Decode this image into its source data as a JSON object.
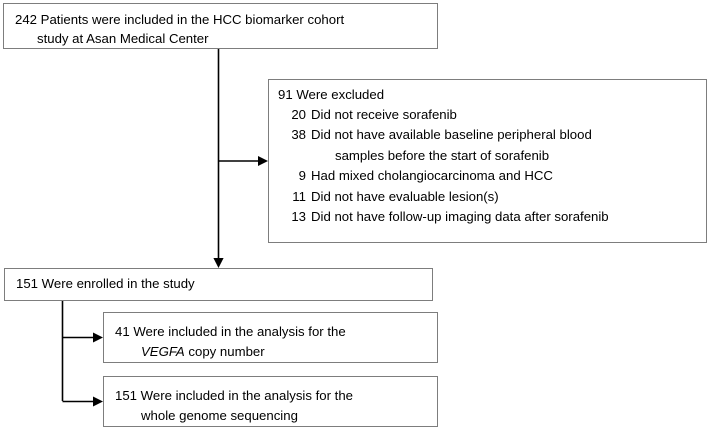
{
  "diagram": {
    "type": "patient-flow-consort-diagram",
    "colors": {
      "border": "#7d7d7d",
      "line": "#000000",
      "background": "#ffffff",
      "text": "#000000"
    },
    "boxes": {
      "cohort": {
        "line1": "242 Patients were included in the HCC biomarker cohort",
        "line2": "study at Asan Medical Center",
        "count": 242
      },
      "excluded": {
        "heading": "91 Were excluded",
        "total": 91,
        "reasons": [
          {
            "count": "20",
            "label": "Did not receive sorafenib",
            "continuation": ""
          },
          {
            "count": "38",
            "label": "Did not have available baseline peripheral blood",
            "continuation": "samples before the start of sorafenib"
          },
          {
            "count": "9",
            "label": "Had mixed cholangiocarcinoma and HCC",
            "continuation": ""
          },
          {
            "count": "11",
            "label": "Did not have evaluable lesion(s)",
            "continuation": ""
          },
          {
            "count": "13",
            "label": "Did not have follow-up imaging data after sorafenib",
            "continuation": ""
          }
        ]
      },
      "enrolled": {
        "line1": "151 Were enrolled in the study",
        "count": 151
      },
      "analysis_vegfa": {
        "line1": "41 Were included in the analysis for the",
        "line2_gene": "VEGFA",
        "line2_rest": " copy number",
        "count": 41
      },
      "analysis_wgs": {
        "line1": "151 Were included in the analysis for the",
        "line2": "whole genome sequencing",
        "count": 151
      }
    }
  }
}
